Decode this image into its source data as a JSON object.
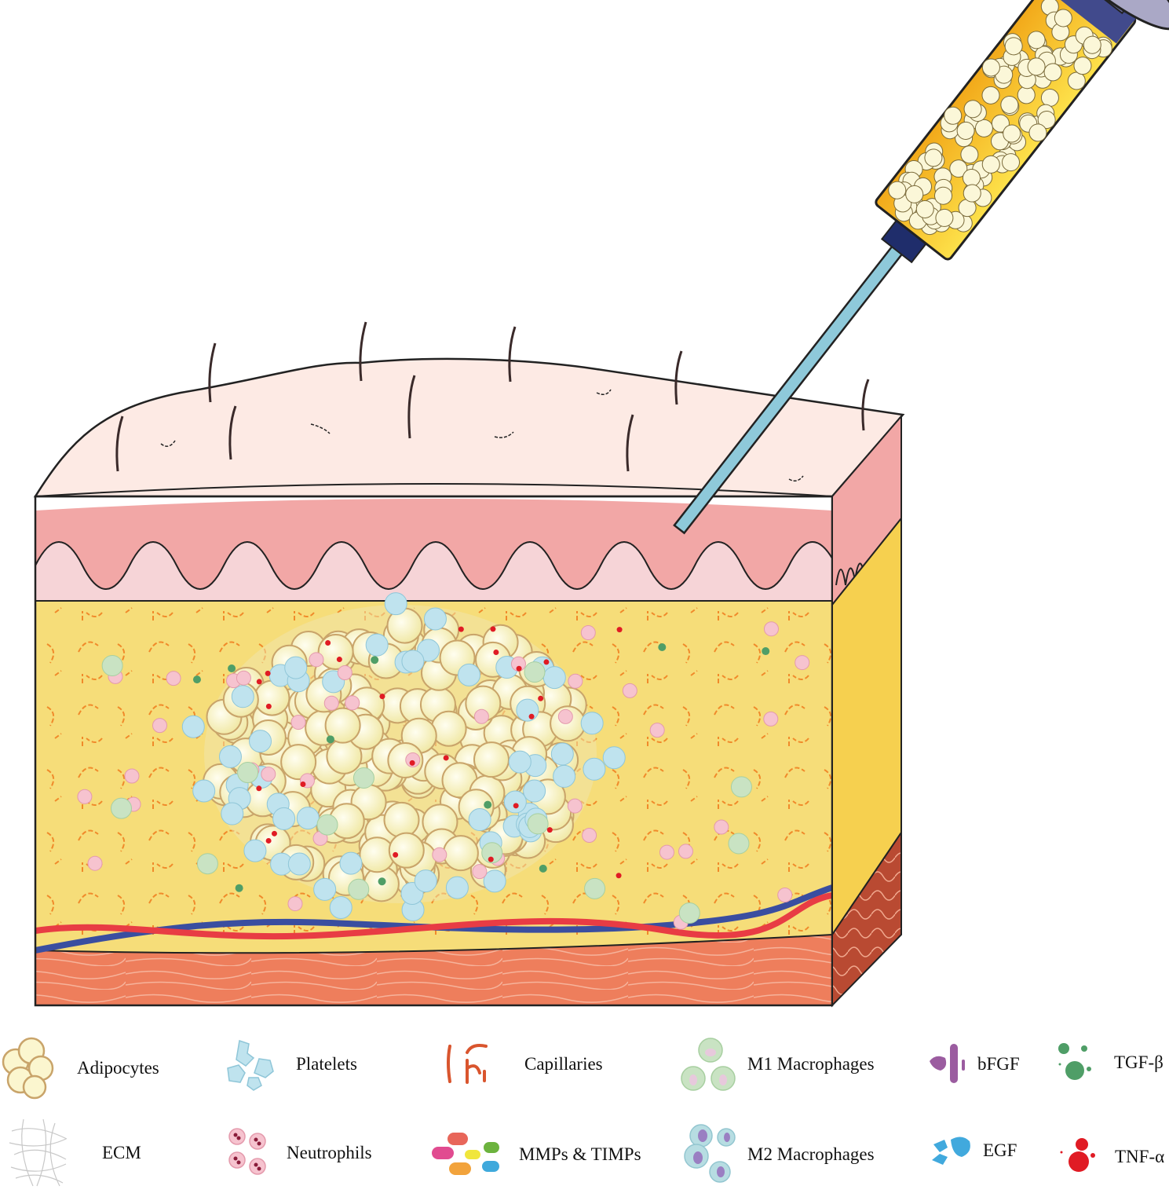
{
  "figure": {
    "description": "Schematic of injecting adipose-derived filler via syringe into subcutaneous tissue of a skin block"
  },
  "scene": {
    "layers": [
      {
        "name": "epidermis-surface",
        "color": "#fdeae4"
      },
      {
        "name": "epidermis",
        "color": "#f2a7a6"
      },
      {
        "name": "dermis",
        "color": "#f6d4d7"
      },
      {
        "name": "subcutaneous-fat",
        "color": "#f6dd79"
      },
      {
        "name": "muscle",
        "color": "#ee7e5c"
      }
    ],
    "syringe": {
      "barrel_fill_color": "#f4b71f",
      "plunger_color": "#414a8c",
      "plunger_cap_color": "#aaa8c6",
      "needle_color": "#8ec9da"
    },
    "vessels": {
      "artery_color": "#e83c44",
      "vein_color": "#3a4ea0"
    }
  },
  "legend": {
    "items": [
      {
        "label": "Adipocytes",
        "icon": "adipocytes-icon"
      },
      {
        "label": "Platelets",
        "icon": "platelets-icon"
      },
      {
        "label": "Capillaries",
        "icon": "capillaries-icon"
      },
      {
        "label": "M1 Macrophages",
        "icon": "m1-macrophages-icon"
      },
      {
        "label": "bFGF",
        "icon": "bfgf-icon"
      },
      {
        "label": "TGF-β",
        "icon": "tgf-beta-icon"
      },
      {
        "label": "ECM",
        "icon": "ecm-icon"
      },
      {
        "label": "Neutrophils",
        "icon": "neutrophils-icon"
      },
      {
        "label": "MMPs & TIMPs",
        "icon": "mmps-timps-icon"
      },
      {
        "label": "M2 Macrophages",
        "icon": "m2-macrophages-icon"
      },
      {
        "label": "EGF",
        "icon": "egf-icon"
      },
      {
        "label": "TNF-α",
        "icon": "tnf-alpha-icon"
      }
    ],
    "colors": {
      "adipocyte": "#fbf6cf",
      "platelet": "#bfe3ee",
      "capillary": "#d9552e",
      "m1": "#c9e3c3",
      "bfgf": "#9b5ca0",
      "tgf": "#4f9e67",
      "ecm": "#c8c8c8",
      "neutrophil": "#f6c3cf",
      "m2": "#b7dde2",
      "egf": "#41a9dd",
      "tnf": "#e01b24"
    }
  }
}
